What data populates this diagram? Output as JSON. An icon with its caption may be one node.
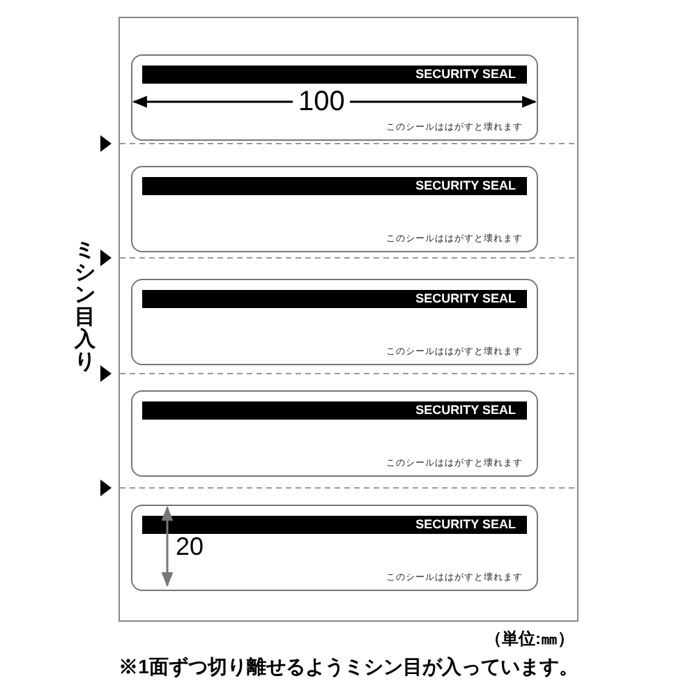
{
  "diagram": {
    "caption": "※1面ずつ切り離せるようミシン目が入っています。",
    "nodes": [
      {
        "text": [],
        "shape": "box"
      },
      {
        "text": [
          "SECURITY SEAL",
          "このシールははがすと壊れます"
        ],
        "in": 0
      },
      {
        "text": [
          "SECURITY SEAL",
          "このシールははがすと壊れます"
        ],
        "in": 0
      },
      {
        "text": [
          "SECURITY SEAL",
          "このシールははがすと壊れます"
        ],
        "in": 0
      },
      {
        "text": [
          "SECURITY SEAL",
          "このシールははがすと壊れます"
        ],
        "in": 0
      },
      {
        "text": [
          "SECURITY SEAL",
          "このシールははがすと壊れます"
        ],
        "in": 0
      }
    ],
    "labels": [
      "100",
      "ミシン目入り",
      "20",
      "（単位:㎜）"
    ]
  }
}
